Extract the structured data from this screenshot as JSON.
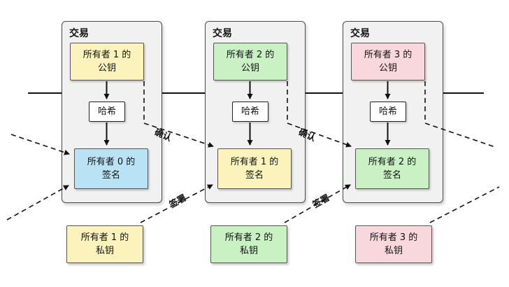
{
  "diagram": {
    "edge_labels": {
      "verify": "确认",
      "sign": "签署"
    },
    "transactions": [
      {
        "title": "交易",
        "public_key": {
          "line1": "所有者 1 的",
          "line2": "公钥",
          "color": "#fcf3bc"
        },
        "hash_label": "哈希",
        "signature": {
          "line1": "所有者 0 的",
          "line2": "签名",
          "color": "#b9e2f4"
        }
      },
      {
        "title": "交易",
        "public_key": {
          "line1": "所有者 2 的",
          "line2": "公钥",
          "color": "#c9f1c4"
        },
        "hash_label": "哈希",
        "signature": {
          "line1": "所有者 1 的",
          "line2": "签名",
          "color": "#fcf3bc"
        }
      },
      {
        "title": "交易",
        "public_key": {
          "line1": "所有者 3 的",
          "line2": "公钥",
          "color": "#f8d8dd"
        },
        "hash_label": "哈希",
        "signature": {
          "line1": "所有者 2 的",
          "line2": "签名",
          "color": "#c9f1c4"
        }
      }
    ],
    "private_keys": [
      {
        "line1": "所有者 1 的",
        "line2": "私钥",
        "color": "#fcf3bc"
      },
      {
        "line1": "所有者 2 的",
        "line2": "私钥",
        "color": "#c9f1c4"
      },
      {
        "line1": "所有者 3 的",
        "line2": "私钥",
        "color": "#f8d8dd"
      }
    ]
  }
}
